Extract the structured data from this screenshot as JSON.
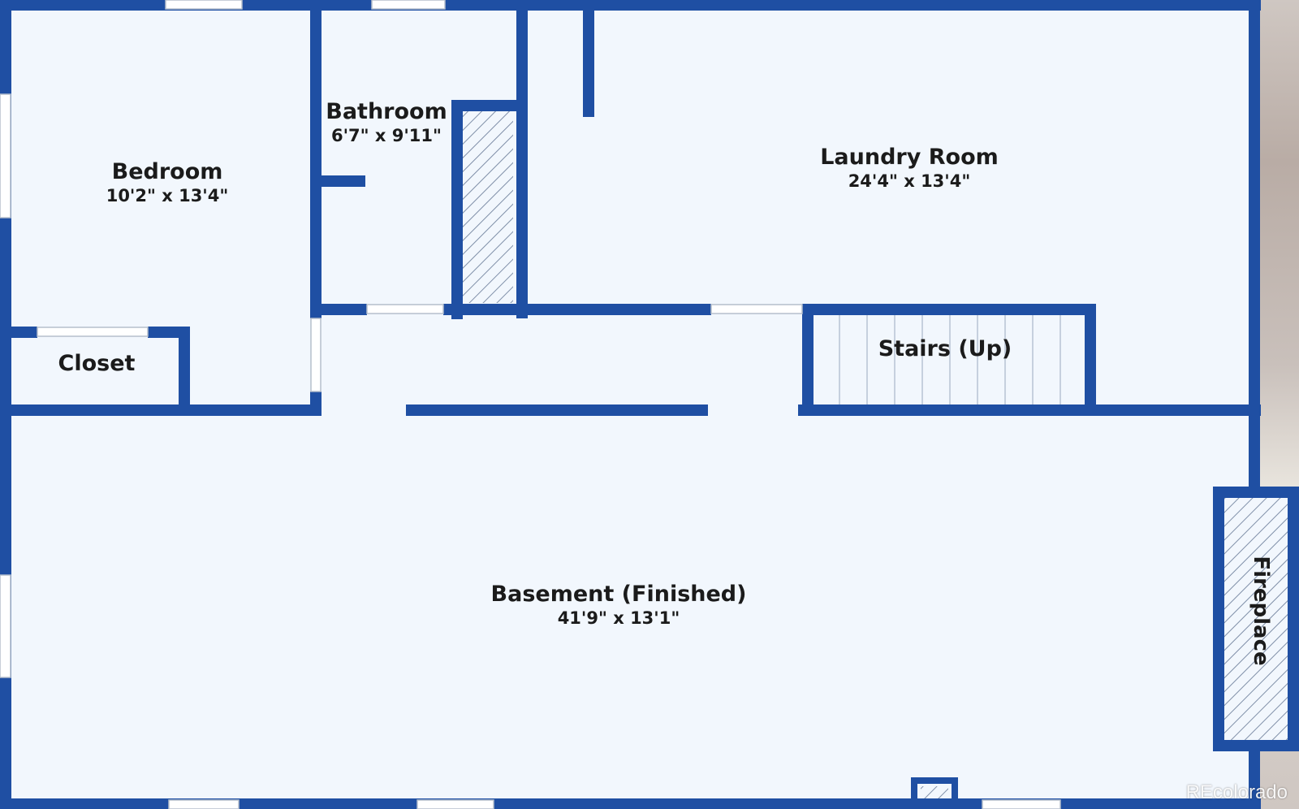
{
  "rooms": {
    "bedroom": {
      "name": "Bedroom",
      "dimensions": "10'2\" x 13'4\""
    },
    "bathroom": {
      "name": "Bathroom",
      "dimensions": "6'7\" x 9'11\""
    },
    "laundry": {
      "name": "Laundry Room",
      "dimensions": "24'4\" x 13'4\""
    },
    "closet": {
      "name": "Closet"
    },
    "stairs": {
      "name": "Stairs (Up)"
    },
    "basement": {
      "name": "Basement (Finished)",
      "dimensions": "41'9\" x 13'1\""
    },
    "fireplace": {
      "name": "Fireplace"
    }
  },
  "watermark": "REcolorado",
  "colors": {
    "wall": "#1f4fa3",
    "floor": "#f2f7fd",
    "hatch": "#7f8fa8"
  }
}
